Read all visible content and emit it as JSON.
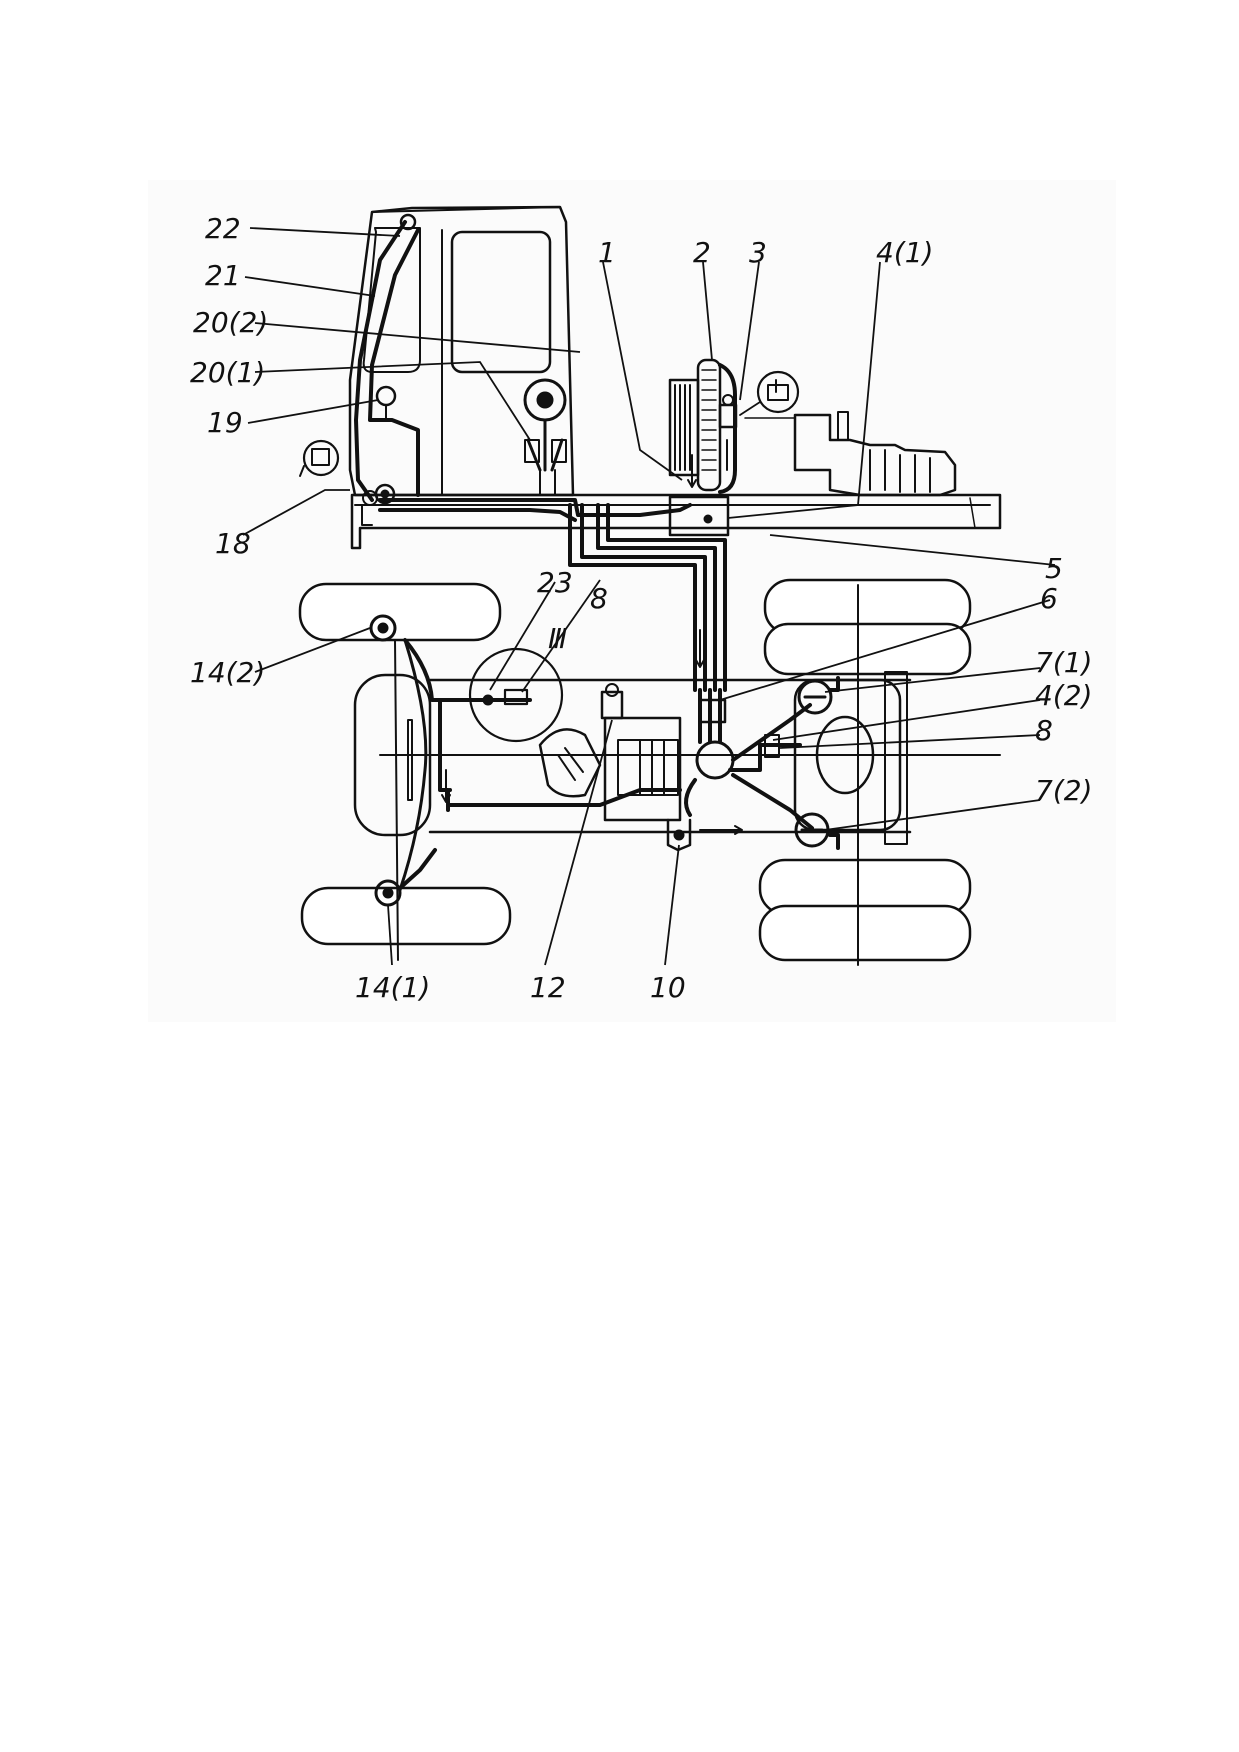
{
  "diagram": {
    "callouts": {
      "c22": "22",
      "c21": "21",
      "c20_2": "20(2)",
      "c20_1": "20(1)",
      "c19": "19",
      "c18": "18",
      "c1": "1",
      "c2": "2",
      "c3": "3",
      "c4_1": "4(1)",
      "c5": "5",
      "c6": "6",
      "c23": "23",
      "c8_top": "8",
      "c14_2": "14(2)",
      "c7_1": "7(1)",
      "c4_2": "4(2)",
      "c8_right": "8",
      "c7_2": "7(2)",
      "c14_1": "14(1)",
      "c12": "12",
      "c10": "10"
    },
    "inset_mark": "Ⅲ"
  }
}
